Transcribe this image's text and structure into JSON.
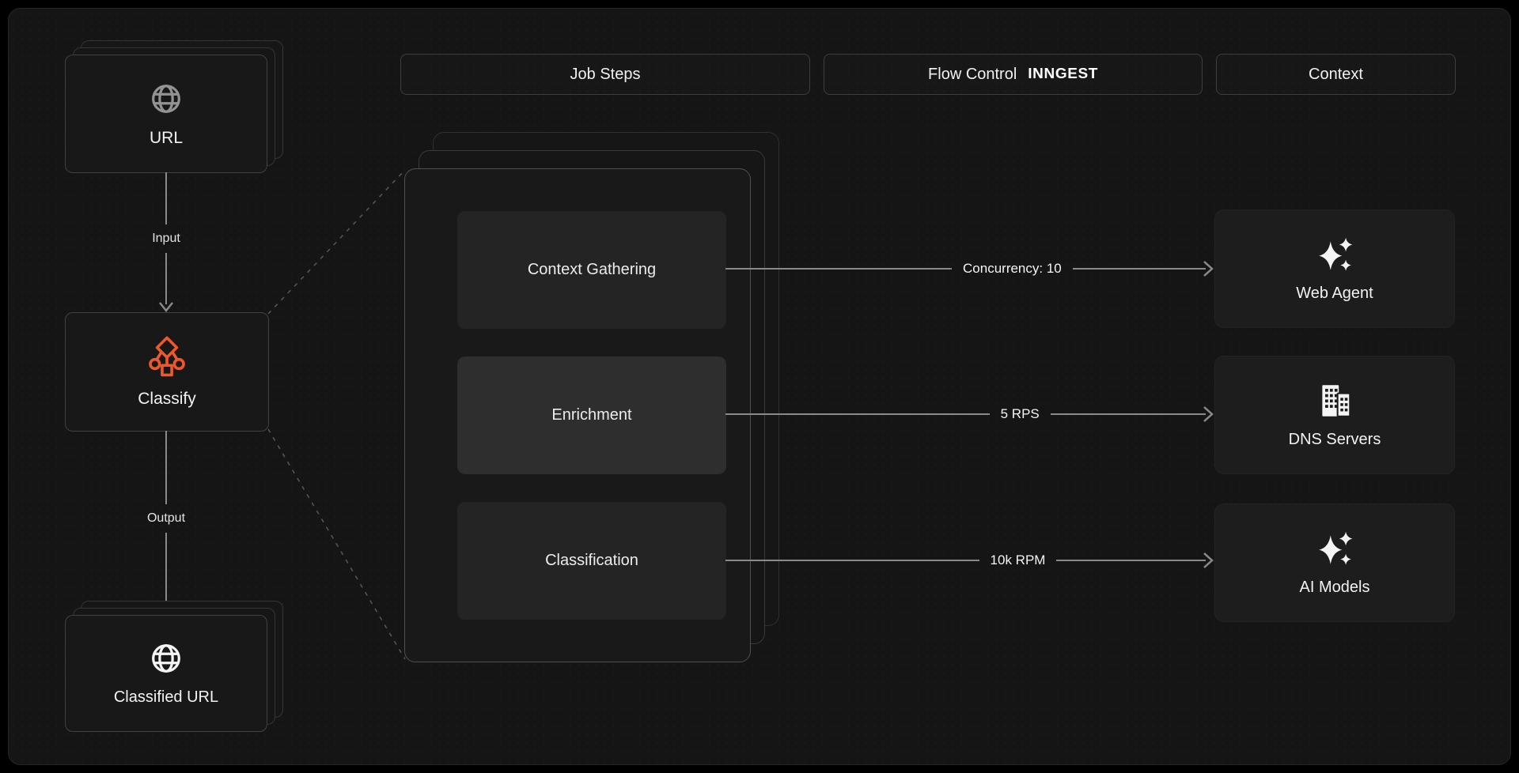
{
  "colors": {
    "accent_orange": "#f0572a",
    "line_gray": "#8a8a8a",
    "background": "#151515",
    "card_background": "#1d1d1d",
    "step_background": "#242424",
    "step_highlight_background": "#2e2e2e"
  },
  "left_flow": {
    "url_card": {
      "label": "URL",
      "icon": "globe-icon"
    },
    "input_label": "Input",
    "classify_card": {
      "label": "Classify",
      "icon": "classify-branch-icon"
    },
    "output_label": "Output",
    "classified_card": {
      "label": "Classified URL",
      "icon": "globe-icon"
    }
  },
  "headers": {
    "job_steps": "Job Steps",
    "flow_control": "Flow Control",
    "flow_control_logo": "INNGEST",
    "context": "Context"
  },
  "job_steps_panel": {
    "steps": [
      {
        "label": "Context Gathering",
        "highlighted": false
      },
      {
        "label": "Enrichment",
        "highlighted": true
      },
      {
        "label": "Classification",
        "highlighted": false
      }
    ]
  },
  "flow_controls": [
    {
      "label": "Concurrency: 10"
    },
    {
      "label": "5 RPS"
    },
    {
      "label": "10k RPM"
    }
  ],
  "context_cards": [
    {
      "label": "Web Agent",
      "icon": "sparkles-icon"
    },
    {
      "label": "DNS Servers",
      "icon": "buildings-icon"
    },
    {
      "label": "AI Models",
      "icon": "sparkles-icon"
    }
  ]
}
